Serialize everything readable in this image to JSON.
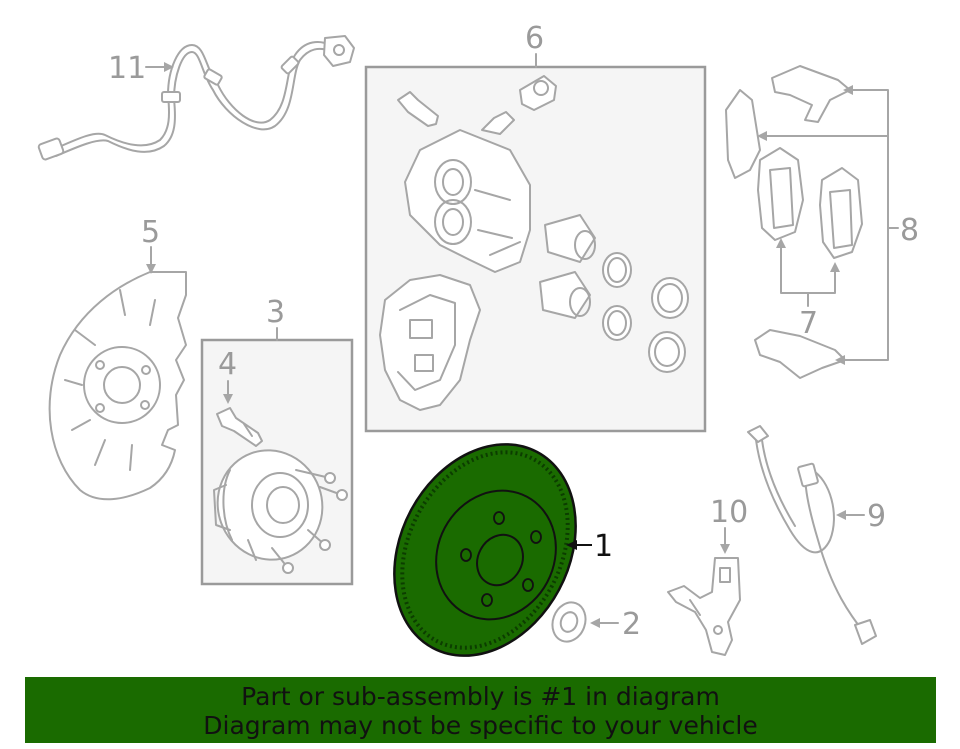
{
  "callouts": {
    "c1": "1",
    "c2": "2",
    "c3": "3",
    "c4": "4",
    "c5": "5",
    "c6": "6",
    "c7": "7",
    "c8": "8",
    "c9": "9",
    "c10": "10",
    "c11": "11"
  },
  "highlighted_part": "1",
  "colors": {
    "highlight_green": "#1a6b00",
    "line_gray": "#a6a6a6",
    "label_gray": "#9a9a9a",
    "box_fill": "#f5f5f5"
  },
  "banner": {
    "line1": "Part or sub-assembly is #1 in diagram",
    "line2": "Diagram may not be specific to your vehicle"
  }
}
